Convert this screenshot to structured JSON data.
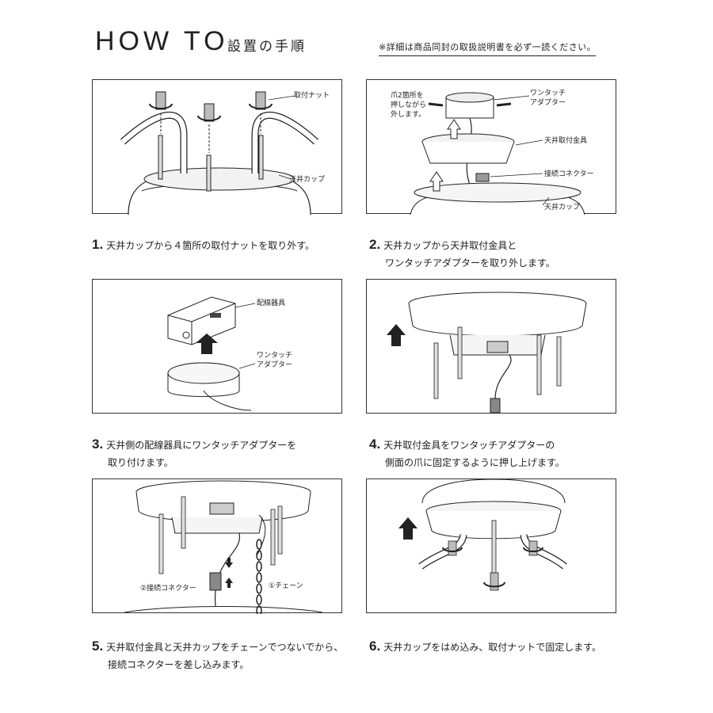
{
  "header": {
    "title": "HOW TO",
    "subtitle": "設置の手順",
    "note": "※詳細は商品同封の取扱説明書を必ず一読ください。"
  },
  "steps": [
    {
      "num": "1.",
      "lines": [
        "天井カップから４箇所の取付ナットを取り外す。"
      ],
      "labels": [
        "取付ナット",
        "天井カップ"
      ]
    },
    {
      "num": "2.",
      "lines": [
        "天井カップから天井取付金具と",
        "ワンタッチアダプターを取り外します。"
      ],
      "labels": [
        "爪2箇所を",
        "押しながら",
        "外します。",
        "ワンタッチ",
        "アダプター",
        "天井取付金具",
        "接続コネクター",
        "天井カップ"
      ]
    },
    {
      "num": "3.",
      "lines": [
        "天井側の配線器具にワンタッチアダプターを",
        "取り付けます。"
      ],
      "labels": [
        "配線器具",
        "ワンタッチ",
        "アダプター"
      ]
    },
    {
      "num": "4.",
      "lines": [
        "天井取付金具をワンタッチアダプターの",
        "側面の爪に固定するように押し上げます。"
      ],
      "labels": []
    },
    {
      "num": "5.",
      "lines": [
        "天井取付金具と天井カップをチェーンでつないでから、",
        "接続コネクターを差し込みます。"
      ],
      "labels": [
        "②接続コネクター",
        "①チェーン"
      ]
    },
    {
      "num": "6.",
      "lines": [
        "天井カップをはめ込み、取付ナットで固定します。"
      ],
      "labels": []
    }
  ]
}
